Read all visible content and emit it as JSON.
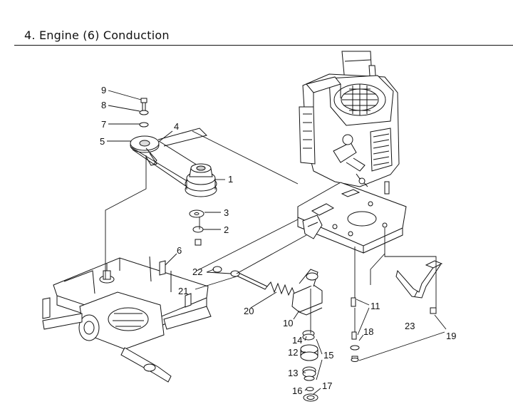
{
  "title": "4. Engine (6) Conduction",
  "callouts": [
    {
      "id": "p1",
      "label": "1"
    },
    {
      "id": "p2",
      "label": "2"
    },
    {
      "id": "p3",
      "label": "3"
    },
    {
      "id": "p4",
      "label": "4"
    },
    {
      "id": "p5",
      "label": "5"
    },
    {
      "id": "p6",
      "label": "6"
    },
    {
      "id": "p7",
      "label": "7"
    },
    {
      "id": "p8",
      "label": "8"
    },
    {
      "id": "p9",
      "label": "9"
    },
    {
      "id": "p10",
      "label": "10"
    },
    {
      "id": "p11",
      "label": "11"
    },
    {
      "id": "p12",
      "label": "12"
    },
    {
      "id": "p13",
      "label": "13"
    },
    {
      "id": "p14",
      "label": "14"
    },
    {
      "id": "p15",
      "label": "15"
    },
    {
      "id": "p16",
      "label": "16"
    },
    {
      "id": "p17",
      "label": "17"
    },
    {
      "id": "p18",
      "label": "18"
    },
    {
      "id": "p19",
      "label": "19"
    },
    {
      "id": "p20",
      "label": "20"
    },
    {
      "id": "p21",
      "label": "21"
    },
    {
      "id": "p22",
      "label": "22"
    },
    {
      "id": "p23",
      "label": "23"
    }
  ]
}
